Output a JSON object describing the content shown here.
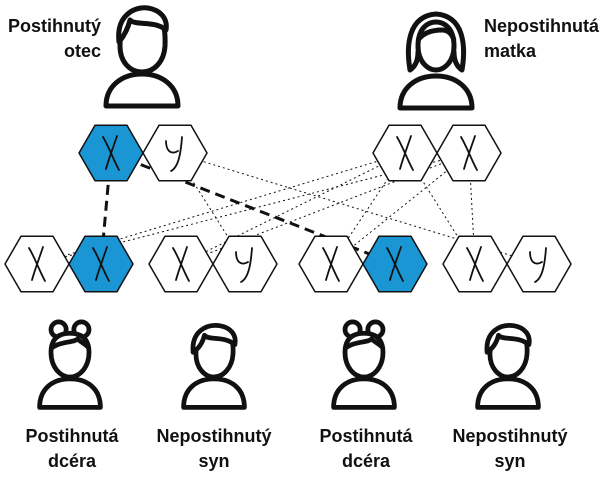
{
  "colors": {
    "affected_fill": "#1a96d4",
    "normal_fill": "#ffffff",
    "stroke": "#111111"
  },
  "parents": {
    "father": {
      "line1": "Postihnutý",
      "line2": "otec",
      "icon": "male-person-icon",
      "affected": true
    },
    "mother": {
      "line1": "Nepostihnutá",
      "line2": "matka",
      "icon": "female-person-icon",
      "affected": false
    }
  },
  "children": [
    {
      "line1": "Postihnutá",
      "line2": "dcéra",
      "icon": "girl-person-icon",
      "affected": true
    },
    {
      "line1": "Nepostihnutý",
      "line2": "syn",
      "icon": "boy-person-icon",
      "affected": false
    },
    {
      "line1": "Postihnutá",
      "line2": "dcéra",
      "icon": "girl-person-icon",
      "affected": true
    },
    {
      "line1": "Nepostihnutý",
      "line2": "syn",
      "icon": "boy-person-icon",
      "affected": false
    }
  ],
  "chromosomes": {
    "x_symbol": "X",
    "y_symbol": "Y",
    "father": [
      "X",
      "Y"
    ],
    "mother": [
      "X",
      "X"
    ],
    "children": [
      [
        "X",
        "X"
      ],
      [
        "X",
        "Y"
      ],
      [
        "X",
        "X"
      ],
      [
        "X",
        "Y"
      ]
    ]
  }
}
